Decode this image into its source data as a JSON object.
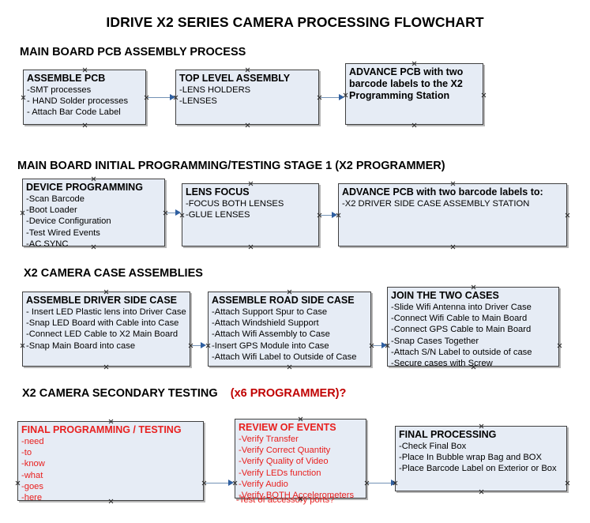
{
  "document": {
    "title": "IDRIVE X2  SERIES CAMERA PROCESSING FLOWCHART"
  },
  "colors": {
    "box_fill": "#e6ecf5",
    "box_border": "#404040",
    "text": "#000000",
    "accent_red": "#c00000",
    "box_red_text": "#e8201f",
    "connector": "#7392b5",
    "arrowhead": "#2f5fa0"
  },
  "sections": [
    {
      "id": "main-board-pcb-assembly",
      "heading": "MAIN BOARD PCB ASSEMBLY PROCESS",
      "heading_accent": "",
      "boxes": [
        {
          "id": "assemble-pcb",
          "title": "ASSEMBLE PCB",
          "lines": [
            "-SMT processes",
            "- HAND Solder processes",
            "- Attach Bar Code Label"
          ]
        },
        {
          "id": "top-level-assembly",
          "title": "TOP LEVEL ASSEMBLY",
          "lines": [
            "-LENS HOLDERS",
            "-LENSES"
          ]
        },
        {
          "id": "advance-pcb-x2-programming-station",
          "title": "ADVANCE PCB with two barcode labels to the  X2 Programming Station",
          "lines": []
        }
      ]
    },
    {
      "id": "main-board-initial-programming",
      "heading": "MAIN BOARD INITIAL PROGRAMMING/TESTING STAGE 1 (X2 PROGRAMMER)",
      "heading_accent": "",
      "boxes": [
        {
          "id": "device-programming",
          "title": "DEVICE PROGRAMMING",
          "lines": [
            "-Scan Barcode",
            "-Boot Loader",
            "-Device Configuration",
            "-Test Wired Events",
            "-AC SYNC"
          ]
        },
        {
          "id": "lens-focus",
          "title": "LENS FOCUS",
          "lines": [
            "-FOCUS BOTH LENSES",
            "-GLUE LENSES"
          ]
        },
        {
          "id": "advance-pcb-driver-side-case",
          "title": "ADVANCE PCB with two barcode labels to:",
          "lines": [
            "-X2 DRIVER  SIDE  CASE  ASSEMBLY STATION"
          ]
        }
      ]
    },
    {
      "id": "x2-camera-case-assemblies",
      "heading": "X2 CAMERA CASE ASSEMBLIES",
      "heading_accent": "",
      "boxes": [
        {
          "id": "assemble-driver-side-case",
          "title": "ASSEMBLE DRIVER SIDE CASE",
          "lines": [
            "- Insert LED Plastic lens into Driver Case",
            "-Snap LED Board with Cable into Case",
            "-Connect LED Cable to X2 Main Board",
            "-Snap Main Board into case"
          ]
        },
        {
          "id": "assemble-road-side-case",
          "title": "ASSEMBLE ROAD SIDE CASE",
          "lines": [
            "-Attach Support Spur to Case",
            "-Attach Windshield Support",
            "-Attach Wifi Assembly to Case",
            "-Insert GPS Module into Case",
            "-Attach Wifi Label to Outside of Case"
          ]
        },
        {
          "id": "join-the-two-cases",
          "title": "JOIN THE TWO CASES",
          "lines": [
            "-Slide Wifi Antenna into Driver Case",
            "-Connect Wifi Cable to Main Board",
            "-Connect GPS Cable to Main Board",
            "-Snap Cases Together",
            "-Attach S/N Label to outside of case",
            "-Secure cases with Screw"
          ]
        }
      ]
    },
    {
      "id": "x2-camera-secondary-testing",
      "heading": "X2 CAMERA SECONDARY TESTING",
      "heading_accent": "(x6 PROGRAMMER)?",
      "boxes": [
        {
          "id": "final-programming-testing",
          "title": "FINAL PROGRAMMING / TESTING",
          "lines": [
            "-need",
            "-to",
            "-know",
            "-what",
            "-goes",
            "-here"
          ]
        },
        {
          "id": "review-of-events",
          "title": "REVIEW OF EVENTS",
          "lines": [
            "-Verify Transfer",
            "-Verify Correct Quantity",
            "-Verify Quality of Video",
            "-Verify LEDs function",
            "-Verify Audio",
            "-Verify BOTH Accelerometers"
          ],
          "overflow_line": "-Test of accessory ports?"
        },
        {
          "id": "final-processing",
          "title": "FINAL PROCESSING",
          "lines": [
            " -Check Final Box",
            "-Place In Bubble wrap Bag and BOX",
            "-Place Barcode Label on Exterior or Box"
          ]
        }
      ]
    }
  ]
}
